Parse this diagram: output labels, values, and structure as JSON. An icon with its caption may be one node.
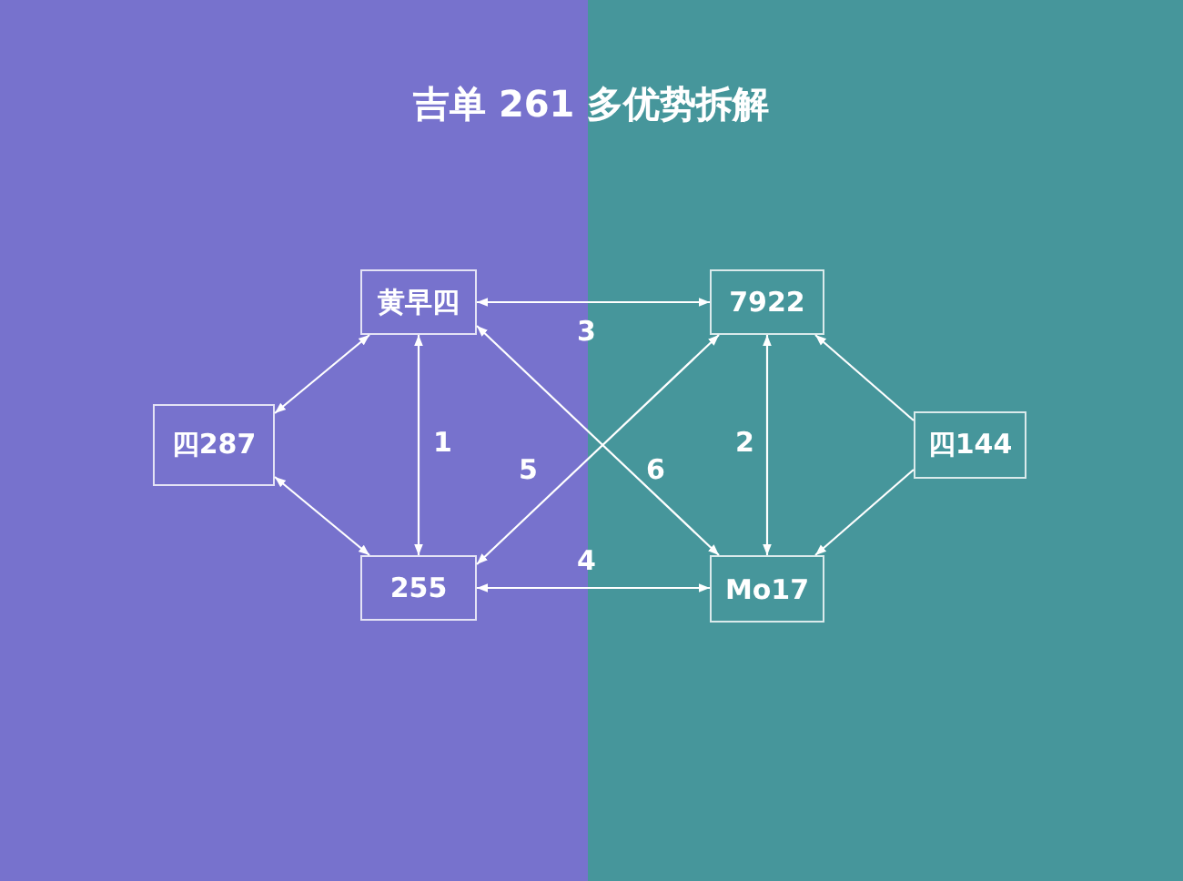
{
  "diagram": {
    "title": "吉单 261 多优势拆解",
    "nodes": [
      {
        "text": [
          "黄早四"
        ]
      },
      {
        "text": [
          "7922"
        ]
      },
      {
        "text": [
          "四287"
        ]
      },
      {
        "text": [
          "四144"
        ]
      },
      {
        "text": [
          "255"
        ]
      },
      {
        "text": [
          "Mo17"
        ]
      }
    ],
    "edges": [
      {
        "from": 2,
        "to": 0,
        "arrow": "both"
      },
      {
        "from": 2,
        "to": 4,
        "arrow": "both"
      },
      {
        "from": 0,
        "to": 4,
        "arrow": "both",
        "label": "1"
      },
      {
        "from": 1,
        "to": 5,
        "arrow": "both",
        "label": "2"
      },
      {
        "from": 0,
        "to": 1,
        "arrow": "both",
        "label": "3"
      },
      {
        "from": 4,
        "to": 5,
        "arrow": "both",
        "label": "4"
      },
      {
        "from": 4,
        "to": 1,
        "arrow": "both",
        "label": "5"
      },
      {
        "from": 0,
        "to": 5,
        "arrow": "both",
        "label": "6"
      },
      {
        "from": 3,
        "to": 1,
        "arrow": "to"
      },
      {
        "from": 3,
        "to": 5,
        "arrow": "to"
      }
    ]
  }
}
